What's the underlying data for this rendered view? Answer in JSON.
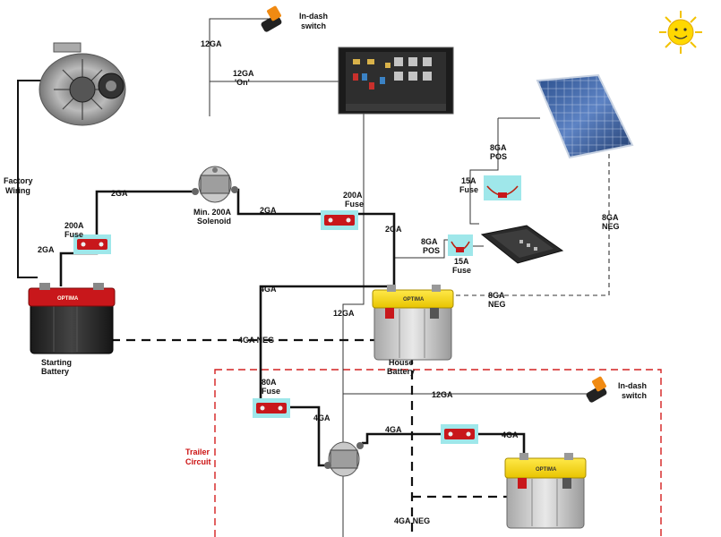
{
  "colors": {
    "wire_thick": "#111111",
    "wire_thin": "#333333",
    "trailer_border": "#d42020",
    "fuse_highlight": "#9fe7ea",
    "trailer_label": "#cc1111"
  },
  "components": {
    "alternator": {
      "icon": "alternator-icon"
    },
    "starting_battery": {
      "label_line1": "Starting",
      "label_line2": "Battery",
      "icon": "red-battery-icon"
    },
    "house_battery": {
      "label_line1": "House",
      "label_line2": "Battery",
      "icon": "yellow-battery-icon"
    },
    "trailer_battery": {
      "icon": "yellow-battery-icon"
    },
    "solenoid_main": {
      "label_line1": "Min. 200A",
      "label_line2": "Solenoid",
      "icon": "solenoid-icon"
    },
    "solenoid_trailer": {
      "icon": "solenoid-icon"
    },
    "fuse_box": {
      "icon": "fuse-box-icon"
    },
    "solar_panel": {
      "icon": "solar-panel-icon"
    },
    "charge_controller": {
      "icon": "charge-controller-icon"
    },
    "sun": {
      "icon": "sun-icon"
    },
    "switch_top": {
      "label_line1": "In-dash",
      "label_line2": "switch",
      "icon": "toggle-switch-icon"
    },
    "switch_trailer": {
      "label_line1": "In-dash",
      "label_line2": "switch",
      "icon": "toggle-switch-icon"
    }
  },
  "labels": {
    "factory_wiring": [
      "Factory",
      "Wiring"
    ],
    "wire_12ga_top": "12GA",
    "wire_12ga_on": [
      "12GA",
      "'On'"
    ],
    "wire_2ga_left": "2GA",
    "wire_2ga_mid": "2GA",
    "wire_2ga_right": "2GA",
    "wire_2ga_start": "2GA",
    "fuse_200a_left": [
      "200A",
      "Fuse"
    ],
    "fuse_200a_right": [
      "200A",
      "Fuse"
    ],
    "wire_8ga_pos_panel": [
      "8GA",
      "POS"
    ],
    "fuse_15a_top": [
      "15A",
      "Fuse"
    ],
    "wire_8ga_pos_ctrl": [
      "8GA",
      "POS"
    ],
    "fuse_15a_bottom": [
      "15A",
      "Fuse"
    ],
    "wire_8ga_neg_panel": [
      "8GA",
      "NEG"
    ],
    "wire_8ga_neg_ctrl": [
      "8GA",
      "NEG"
    ],
    "wire_4ga_house": "4GA",
    "wire_12ga_vertical": "12GA",
    "wire_4ga_neg": "4GA NEG",
    "fuse_80a": [
      "80A",
      "Fuse"
    ],
    "wire_12ga_trailer": "12GA",
    "wire_4ga_solenoid": "4GA",
    "wire_4ga_trailer_a": "4GA",
    "wire_4ga_trailer_b": "4GA",
    "trailer_circuit": [
      "Trailer",
      "Circuit"
    ],
    "wire_4ga_neg_trailer": "4GA NEG"
  }
}
